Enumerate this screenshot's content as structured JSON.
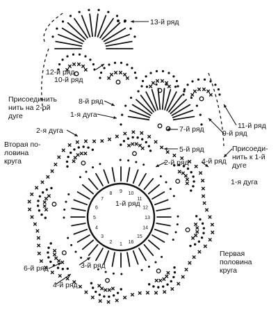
{
  "diagram": {
    "labels": {
      "row13": "13-й ряд",
      "row12": "12-й ряд",
      "row10": "10-й ряд",
      "row11": "11-й ряд",
      "row9": "9-й ряд",
      "row8": "8-й ряд",
      "row7": "7-й ряд",
      "row5": "5-й ряд",
      "row4": "4-й ряд",
      "row2": "2-й ряд",
      "row1": "1-й ряд",
      "row6": "6-й ряд",
      "row3": "3-й ряд",
      "row4b": "4-й ряд",
      "arc1_top": "1-я дуга",
      "arc2": "2-я дуга",
      "arc1_right": "1-я дуга",
      "attach_arc2": "Присоединить\nнить на 2-ой\nдуге",
      "attach_arc1": "Присоеди-\nнить к 1-й\nдуге",
      "second_half": "Вторая по-\nловина\nкруга",
      "first_half": "Первая\nполовина\nкруга"
    },
    "ring_numbers": [
      "1",
      "2",
      "3",
      "4",
      "5",
      "6",
      "7",
      "8",
      "9",
      "10",
      "11",
      "12",
      "13",
      "14",
      "15",
      "16"
    ],
    "ink_color": "#111111"
  }
}
